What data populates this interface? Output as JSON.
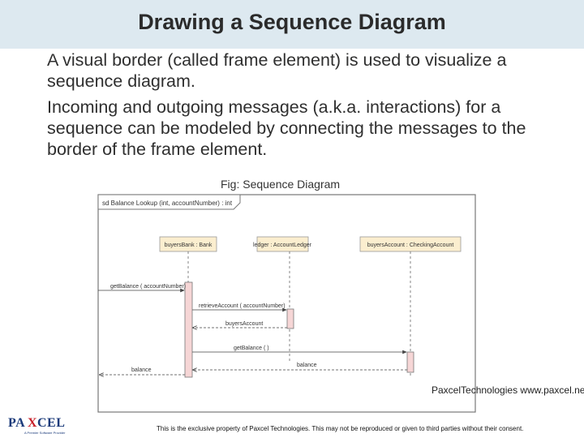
{
  "slide": {
    "title": "Drawing a Sequence Diagram",
    "bullets": [
      "A visual border (called frame element) is used to visualize a sequence diagram.",
      "Incoming and outgoing messages (a.k.a. interactions) for a sequence can be modeled by connecting the messages to the border of the frame element."
    ],
    "figure_caption": "Fig: Sequence Diagram"
  },
  "diagram": {
    "frame_label": "sd Balance Lookup (int, accountNumber) : int",
    "lifelines": [
      {
        "label": "buyersBank : Bank"
      },
      {
        "label": "ledger : AccountLedger"
      },
      {
        "label": "buyersAccount : CheckingAccount"
      }
    ],
    "messages": [
      {
        "label": "getBalance ( accountNumber)"
      },
      {
        "label": "retrieveAccount ( accountNumber)"
      },
      {
        "label": "buyersAccount"
      },
      {
        "label": "getBalance (  )"
      },
      {
        "label": "balance"
      },
      {
        "label": "balance"
      }
    ]
  },
  "footer": {
    "company_line": "PaxcelTechnologies  www.paxcel.net",
    "disclaimer": "This is the exclusive property of Paxcel Technologies. This may not be reproduced or given to third parties without their consent.",
    "logo_text": "PAXCEL",
    "logo_tagline": "A Premier Software Provider"
  },
  "colors": {
    "title_band": "#dde9f0",
    "lifeline_box": "#fbeecf",
    "activation": "#f6d6d6",
    "logo_blue": "#1a3a7a",
    "logo_red": "#c8202a"
  }
}
